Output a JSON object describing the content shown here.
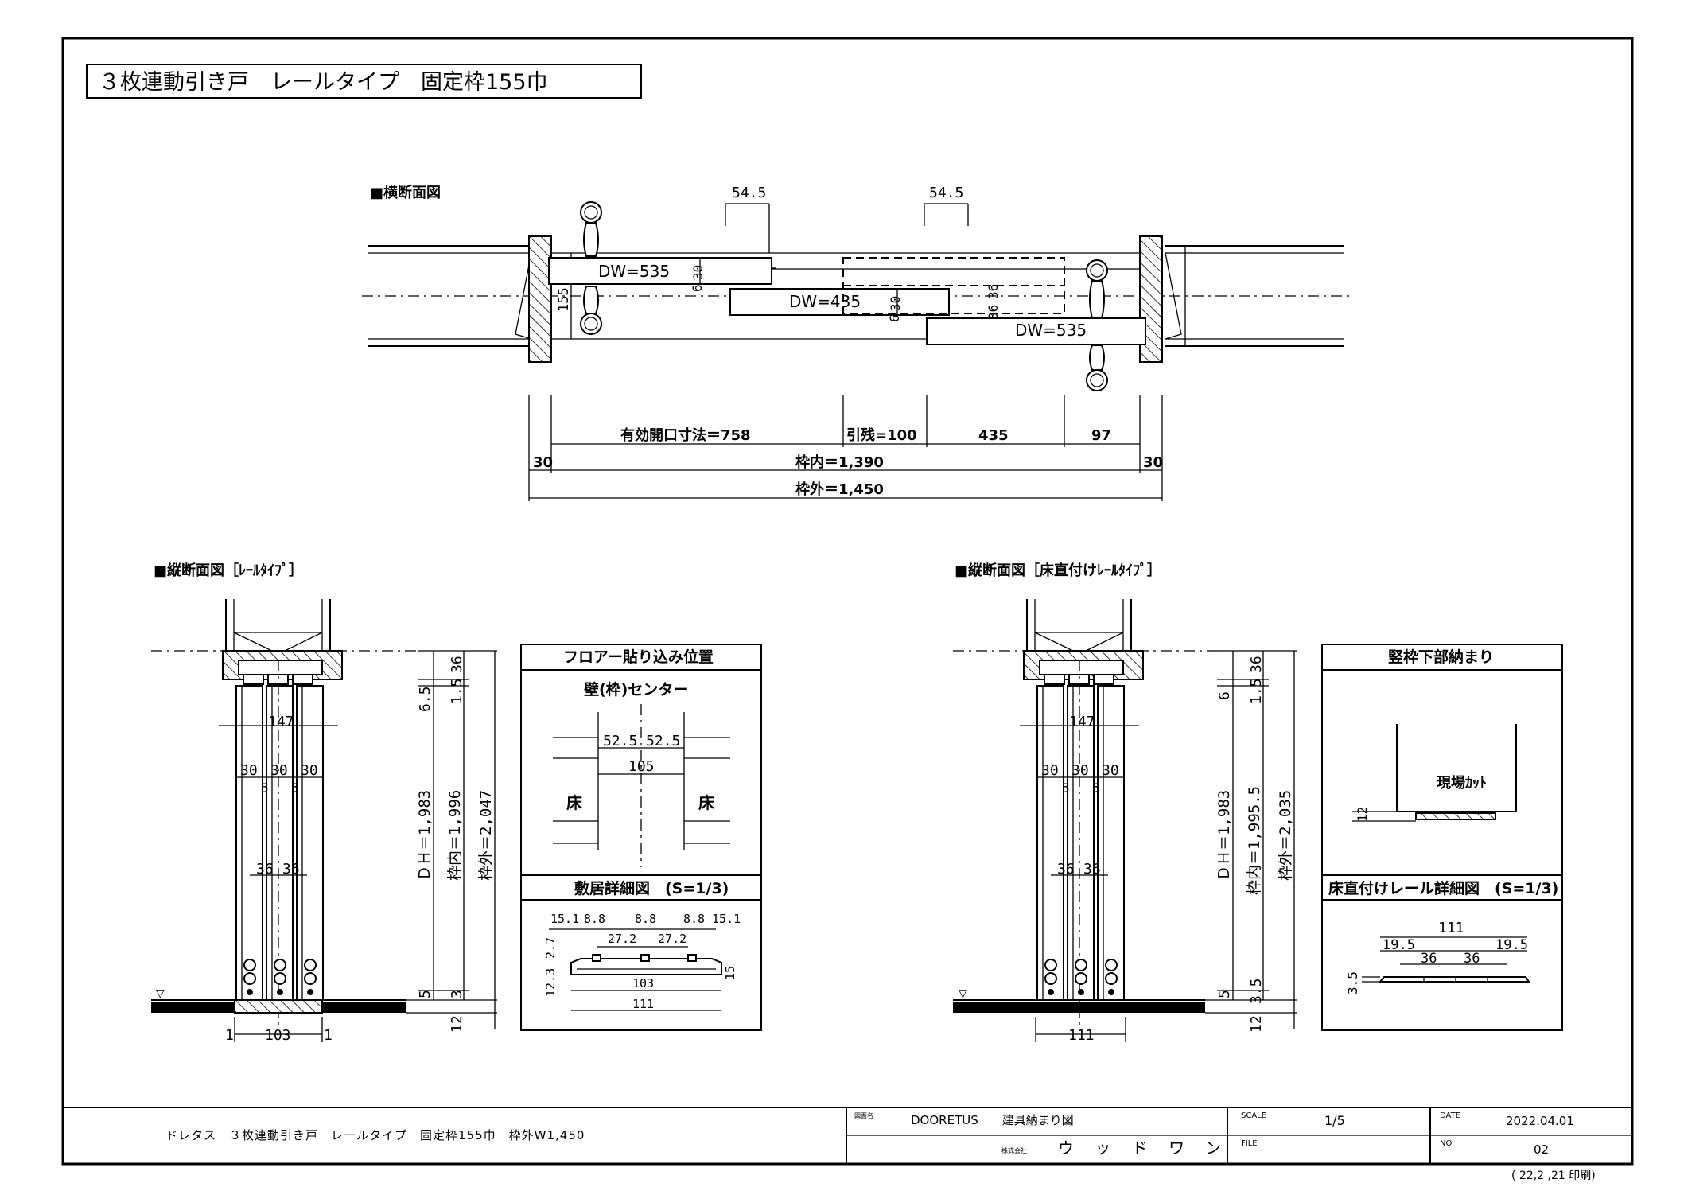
{
  "title": "３枚連動引き戸　レールタイプ　固定枠155巾",
  "plan": {
    "heading": "■横断面図",
    "gap_top_left": "54.5",
    "gap_top_right": "54.5",
    "frame_depth": "155",
    "panel1": "DW=535",
    "panel2": "DW=435",
    "panel3": "DW=535",
    "t30a": "30",
    "t6a": "6",
    "t30b": "30",
    "t6b": "6",
    "t36a": "36",
    "t36b": "36",
    "effective_opening": "有効開口寸法＝758",
    "pull_margin": "引残=100",
    "dim_435": "435",
    "dim_97": "97",
    "side_left": "30",
    "side_right": "30",
    "inner": "枠内＝1,390",
    "outer": "枠外＝1,450"
  },
  "sec_left": {
    "heading": "■縦断面図［ﾚｰﾙﾀｲﾌﾟ］",
    "w147": "147",
    "w30a": "30",
    "w30b": "30",
    "w30c": "30",
    "w5a": "5",
    "w5b": "5",
    "w36a": "36",
    "w36b": "36",
    "dim_65": "6.5",
    "dim_15": "1.5",
    "dim_36": "36",
    "dh": "ＤＨ＝1,983",
    "inner_h": "枠内＝1,996",
    "outer_h": "枠外＝2,047",
    "dim_5": "5",
    "dim_3": "3",
    "dim_12": "12",
    "base_1a": "1",
    "base_103": "103",
    "base_1b": "1"
  },
  "floor_box": {
    "header": "フロアー貼り込み位置",
    "subtitle": "壁(枠)センター",
    "d525a": "52.5",
    "d525b": "52.5",
    "d105": "105",
    "floor_left": "床",
    "floor_right": "床",
    "detail_header": "敷居詳細図　(S=1/3)",
    "d151a": "15.1",
    "d88a": "8.8",
    "d88b": "8.8",
    "d88c": "8.8",
    "d151b": "15.1",
    "d272a": "27.2",
    "d272b": "27.2",
    "d27": "2.7",
    "d123": "12.3",
    "d15": "15",
    "d103": "103",
    "d111": "111"
  },
  "sec_right": {
    "heading": "■縦断面図［床直付けﾚｰﾙﾀｲﾌﾟ］",
    "w147": "147",
    "w30a": "30",
    "w30b": "30",
    "w30c": "30",
    "w5a": "5",
    "w5b": "5",
    "w36a": "36",
    "w36b": "36",
    "dim_6": "6",
    "dim_15": "1.5",
    "dim_36": "36",
    "dh": "ＤＨ＝1,983",
    "inner_h": "枠内＝1,995.5",
    "outer_h": "枠外＝2,035",
    "dim_5": "5",
    "dim_35": "3.5",
    "dim_12": "12",
    "base_111": "111"
  },
  "jamb_box": {
    "header": "竪枠下部納まり",
    "cut_label": "現場ｶｯﾄ",
    "d12": "12",
    "detail_header": "床直付けレール詳細図　(S=1/3)",
    "d111": "111",
    "d195a": "19.5",
    "d195b": "19.5",
    "d36a": "36",
    "d36b": "36",
    "d35": "3.5"
  },
  "footer": {
    "description": "ドレタス　３枚連動引き戸　レールタイプ　固定枠155巾　枠外W1,450",
    "drawing_name_label": "図面名",
    "drawing_name": "DOORETUS　　建具納まり図",
    "company_label": "株式会社",
    "company": "ウ ッ ド ワ ン",
    "scale_label": "SCALE",
    "scale": "1/5",
    "file_label": "FILE",
    "date_label": "DATE",
    "date": "2022.04.01",
    "no_label": "NO.",
    "no": "02",
    "printed": "( 22,2 ,21 印刷)"
  }
}
